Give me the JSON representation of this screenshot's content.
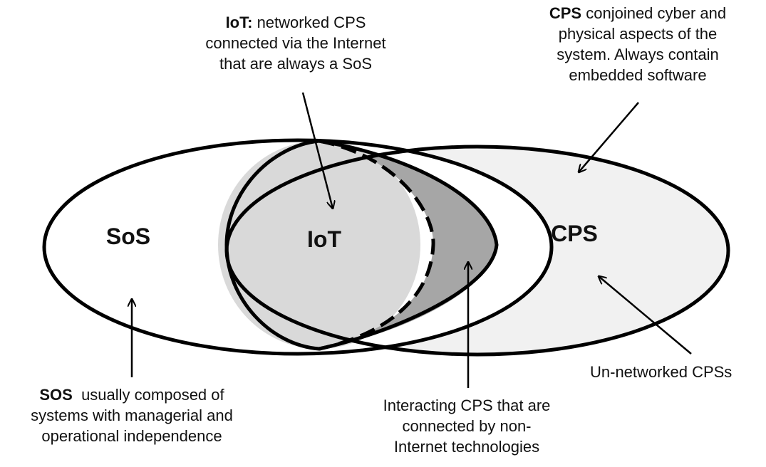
{
  "regions": {
    "sos": "SoS",
    "iot": "IoT",
    "cps": "CPS"
  },
  "annotations": {
    "iot": {
      "bold": "IoT:",
      "line1": " networked CPS",
      "line2": "connected via the Internet",
      "line3": "that are always a SoS"
    },
    "cps": {
      "bold": "CPS",
      "line1": " conjoined cyber and",
      "line2": "physical aspects of the",
      "line3": "system. Always contain",
      "line4": "embedded software"
    },
    "sos": {
      "bold": "SOS",
      "line1": "  usually composed of",
      "line2": "systems with managerial and",
      "line3": "operational independence"
    },
    "interacting": {
      "line1": "Interacting CPS that are",
      "line2": "connected by non-",
      "line3": "Internet technologies"
    },
    "unnetworked": {
      "line1": "Un-networked CPSs"
    }
  },
  "colors": {
    "outline": "#000000",
    "cps_fill": "#f1f1f1",
    "iot_fill": "#d9d9d9",
    "interacting_fill": "#a6a6a6"
  }
}
